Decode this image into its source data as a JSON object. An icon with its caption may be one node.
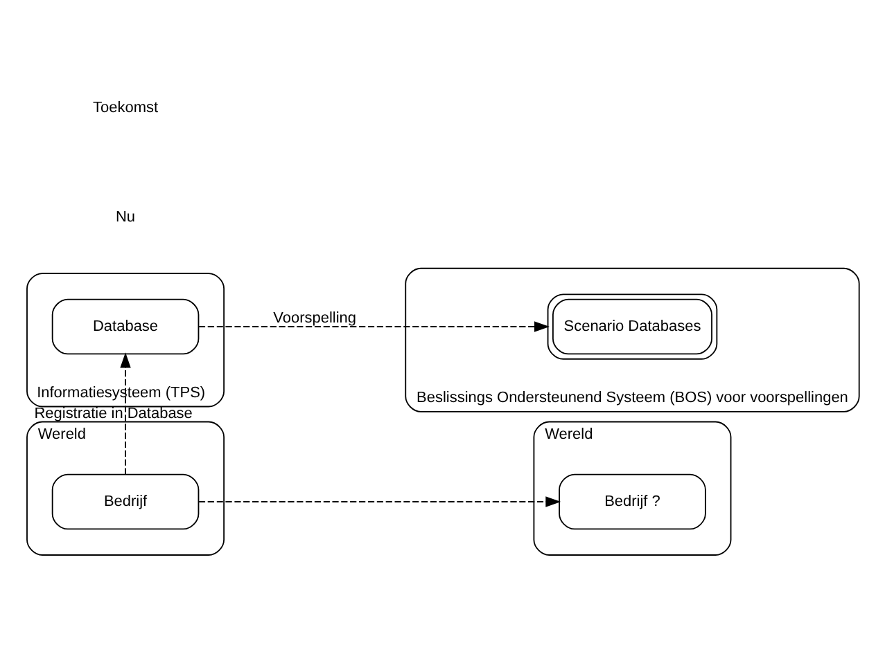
{
  "diagram": {
    "nodes": [
      {
        "text": [
          "Wereld"
        ]
      },
      {
        "text": [
          "Bedrijf"
        ],
        "in": 0
      },
      {
        "text": [
          "Wereld"
        ]
      },
      {
        "text": [
          "Bedrijf ?"
        ],
        "in": 2
      },
      {
        "text": [
          "Informatiesysteem (TPS)"
        ]
      },
      {
        "text": [
          "Database"
        ],
        "in": 4
      },
      {
        "text": [
          "Beslissings Ondersteunend Systeem (BOS) voor voorspellingen"
        ]
      },
      {
        "text": [
          "Scenario Databases"
        ],
        "in": 6
      }
    ],
    "edges": [
      {
        "from": 1,
        "to": 3,
        "arrow": "to",
        "style": "dashed"
      },
      {
        "from": 1,
        "to": 5,
        "arrow": "to",
        "style": "dashed",
        "label": "Registratie in Database"
      },
      {
        "from": 5,
        "to": 7,
        "arrow": "to",
        "style": "dashed",
        "label": "Voorspelling"
      }
    ],
    "labels": [
      "Nu",
      "Toekomst"
    ]
  }
}
